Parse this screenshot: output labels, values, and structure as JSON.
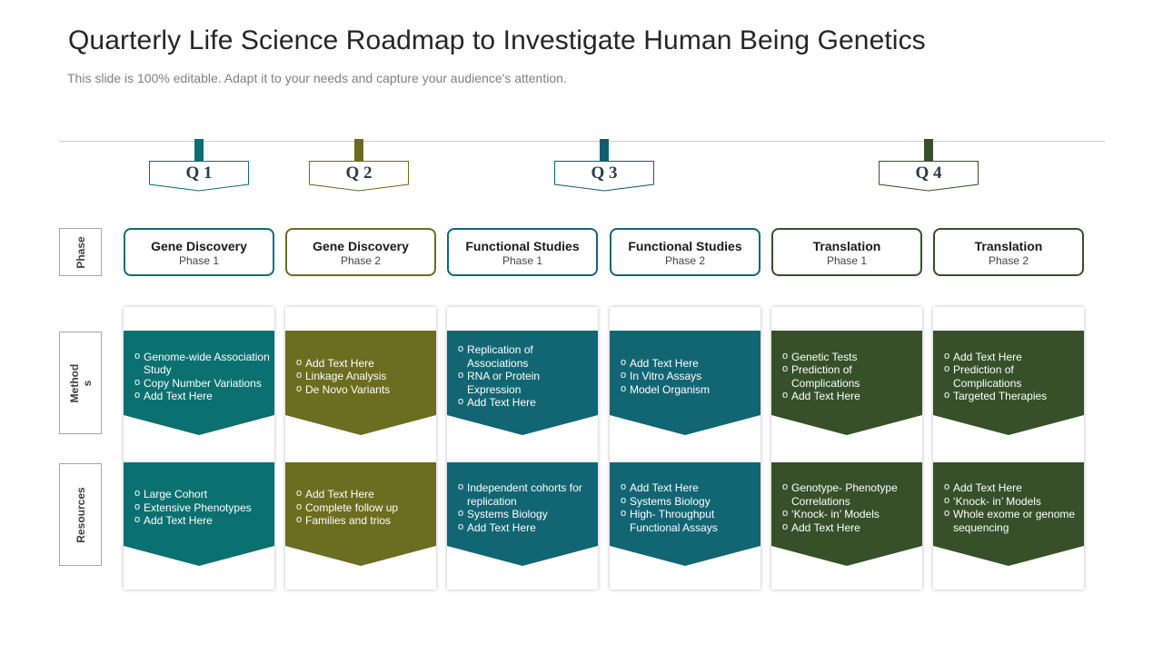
{
  "title": "Quarterly Life Science Roadmap to Investigate Human Being Genetics",
  "subtitle": "This slide is 100% editable. Adapt it to your needs and capture your audience's attention.",
  "quarters": [
    {
      "label": "Q 1",
      "color": "#0e6e73"
    },
    {
      "label": "Q 2",
      "color": "#6b6b1f"
    },
    {
      "label": "Q 3",
      "color": "#0f5e6e"
    },
    {
      "label": "Q 4",
      "color": "#37502a"
    }
  ],
  "row_labels": {
    "phase": "Phase",
    "methods": "Method\ns",
    "resources": "Resources"
  },
  "columns": [
    {
      "title": "Gene Discovery",
      "phase": "Phase 1",
      "color": "#0b7070",
      "methods": [
        "Genome-wide Association Study",
        "Copy Number Variations",
        "Add Text Here"
      ],
      "resources": [
        "Large Cohort",
        "Extensive Phenotypes",
        "Add Text Here"
      ]
    },
    {
      "title": "Gene Discovery",
      "phase": "Phase 2",
      "color": "#6b6d20",
      "methods": [
        "Add Text Here",
        "Linkage Analysis",
        "De Novo Variants"
      ],
      "resources": [
        "Add Text Here",
        "Complete follow up",
        "Families and trios"
      ]
    },
    {
      "title": "Functional Studies",
      "phase": "Phase 1",
      "color": "#126673",
      "methods": [
        "Replication of Associations",
        "RNA or Protein Expression",
        "Add Text Here"
      ],
      "resources": [
        "Independent cohorts for replication",
        "Systems Biology",
        "Add Text Here"
      ]
    },
    {
      "title": "Functional Studies",
      "phase": "Phase 2",
      "color": "#126673",
      "methods": [
        "Add Text Here",
        "In Vitro Assays",
        "Model Organism"
      ],
      "resources": [
        "Add Text Here",
        "Systems Biology",
        "High- Throughput Functional Assays"
      ]
    },
    {
      "title": "Translation",
      "phase": "Phase 1",
      "color": "#37502a",
      "methods": [
        "Genetic Tests",
        "Prediction of Complications",
        "Add Text Here"
      ],
      "resources": [
        "Genotype- Phenotype Correlations",
        "‘Knock- in’ Models",
        "Add Text Here"
      ]
    },
    {
      "title": "Translation",
      "phase": "Phase 2",
      "color": "#37502a",
      "methods": [
        "Add Text Here",
        "Prediction of Complications",
        "Targeted Therapies"
      ],
      "resources": [
        "Add Text Here",
        "‘Knock- in’ Models",
        "Whole exome or genome sequencing"
      ]
    }
  ]
}
